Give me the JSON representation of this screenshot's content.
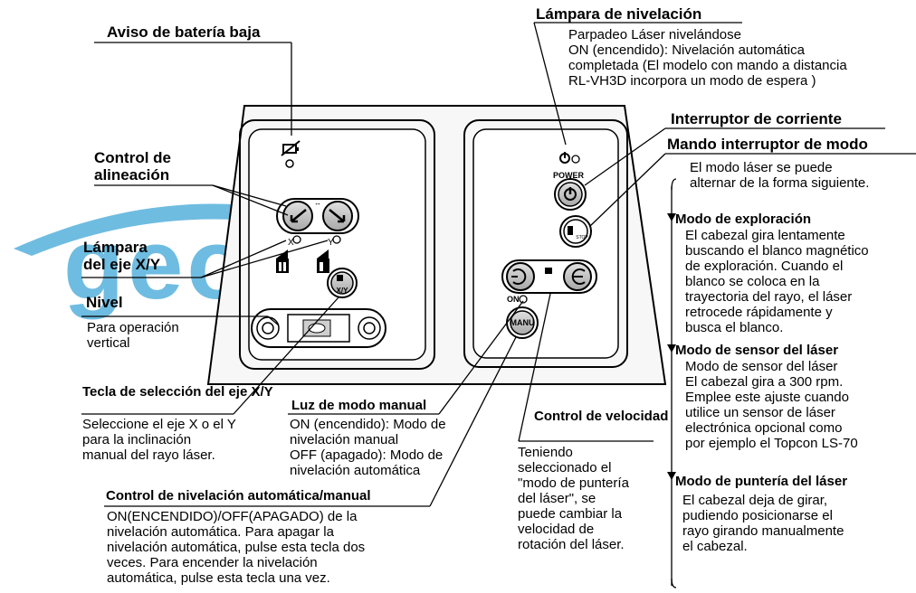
{
  "watermark": "geodesical",
  "labels": {
    "battery_title": "Aviso de batería baja",
    "alignment_title": "Control de\nalineación",
    "axis_lamp_title": "Lámpara\ndel eje X/Y",
    "level_title": "Nivel",
    "level_desc": "Para operación\nvertical",
    "axis_key_title": "Tecla de selección\ndel eje X/Y",
    "axis_key_desc": "Seleccione el eje X o el Y\npara la inclinación\nmanual del rayo láser.",
    "manual_light_title": "Luz de modo manual",
    "manual_light_desc": "ON (encendido): Modo de\nnivelación manual\nOFF (apagado): Modo de\nnivelación automática",
    "auto_manual_title": "Control de nivelación automática/manual",
    "auto_manual_desc": "ON(ENCENDIDO)/OFF(APAGADO) de la\nnivelación automática. Para apagar la\nnivelación automática, pulse esta tecla dos\nveces. Para encender la nivelación\nautomática, pulse esta tecla una vez.",
    "speed_title": "Control\nde velocidad",
    "speed_desc": "Teniendo\nseleccionado el\n\"modo de puntería\ndel láser\", se\npuede cambiar la\nvelocidad de\nrotación del láser.",
    "leveling_lamp_title": "Lámpara de nivelación",
    "leveling_lamp_desc": "Parpadeo Láser nivelándose\nON (encendido): Nivelación automática\ncompletada (El modelo con mando a distancia\nRL-VH3D incorpora un modo de espera )",
    "power_title": "Interruptor de corriente",
    "mode_switch_title": "Mando interruptor de modo",
    "mode_switch_desc": "El modo láser se puede\nalternar de la forma siguiente.",
    "scan_title": "Modo de exploración",
    "scan_desc": "El cabezal gira lentamente\nbuscando el blanco magnético\nde exploración. Cuando el\nblanco se coloca en la\ntrayectoria del rayo, el láser\nretrocede rápidamente y\nbusca el blanco.",
    "sensor_title": "Modo de sensor del láser",
    "sensor_desc": "Modo de sensor del láser\nEl cabezal gira a 300 rpm.\nEmplee este ajuste cuando\nutilice un sensor de láser\nelectrónica opcional como\npor ejemplo el Topcon LS-70",
    "aim_title": "Modo de puntería del láser",
    "aim_desc": "El cabezal deja de girar,\npudiendo posicionarse el\nrayo girando manualmente\nel cabezal."
  },
  "panel": {
    "axis_x": "X",
    "axis_y": "Y",
    "key_xy": "X/Y",
    "power_label": "POWER",
    "on_label": "ON",
    "manu_label": "MANU",
    "stop_label": "STOP"
  },
  "colors": {
    "watermark": "#5fb5de"
  }
}
